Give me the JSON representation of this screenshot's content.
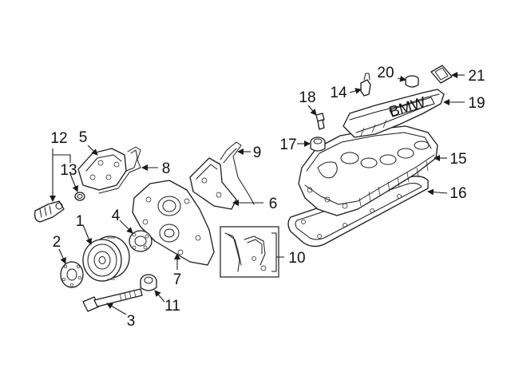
{
  "callouts": {
    "c1": "1",
    "c2": "2",
    "c3": "3",
    "c4": "4",
    "c5": "5",
    "c6": "6",
    "c7": "7",
    "c8": "8",
    "c9": "9",
    "c10": "10",
    "c11": "11",
    "c12": "12",
    "c13": "13",
    "c14": "14",
    "c15": "15",
    "c16": "16",
    "c17": "17",
    "c18": "18",
    "c19": "19",
    "c20": "20",
    "c21": "21"
  },
  "logo_text": "BMW"
}
